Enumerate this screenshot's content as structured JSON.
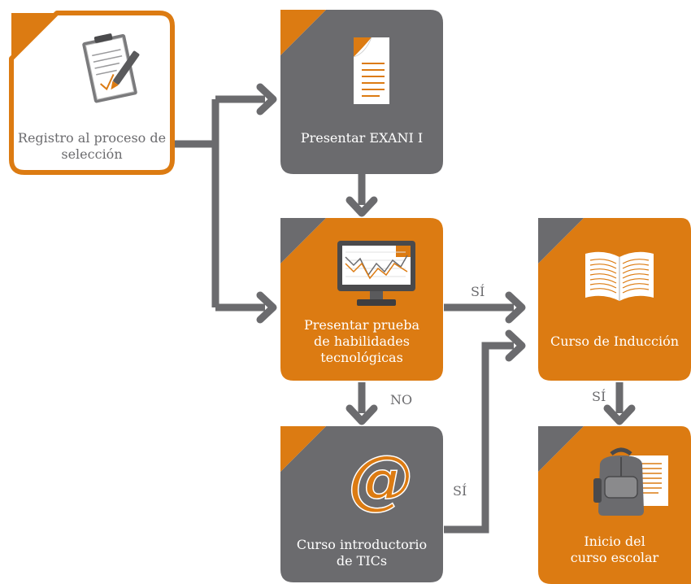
{
  "colors": {
    "orange": "#dc7b12",
    "gray": "#6b6b6e",
    "connector": "#6b6b6e",
    "white": "#ffffff"
  },
  "nodes": {
    "registro": {
      "label": "Registro al proceso de selección",
      "icon": "clipboard-pen-icon"
    },
    "exani": {
      "label": "Presentar EXANI I",
      "icon": "document-icon"
    },
    "prueba": {
      "label": "Presentar prueba de habilidades tecnológicas",
      "icon": "monitor-chart-icon"
    },
    "induccion": {
      "label": "Curso de Inducción",
      "icon": "open-book-icon"
    },
    "tics": {
      "label": "Curso introductorio de TICs",
      "icon": "at-sign-icon"
    },
    "inicio": {
      "label": "Inicio del curso escolar",
      "icon": "backpack-icon"
    }
  },
  "edges": {
    "prueba_to_induccion": "SÍ",
    "prueba_to_tics": "NO",
    "tics_to_induccion": "SÍ",
    "induccion_to_inicio": "SÍ"
  }
}
